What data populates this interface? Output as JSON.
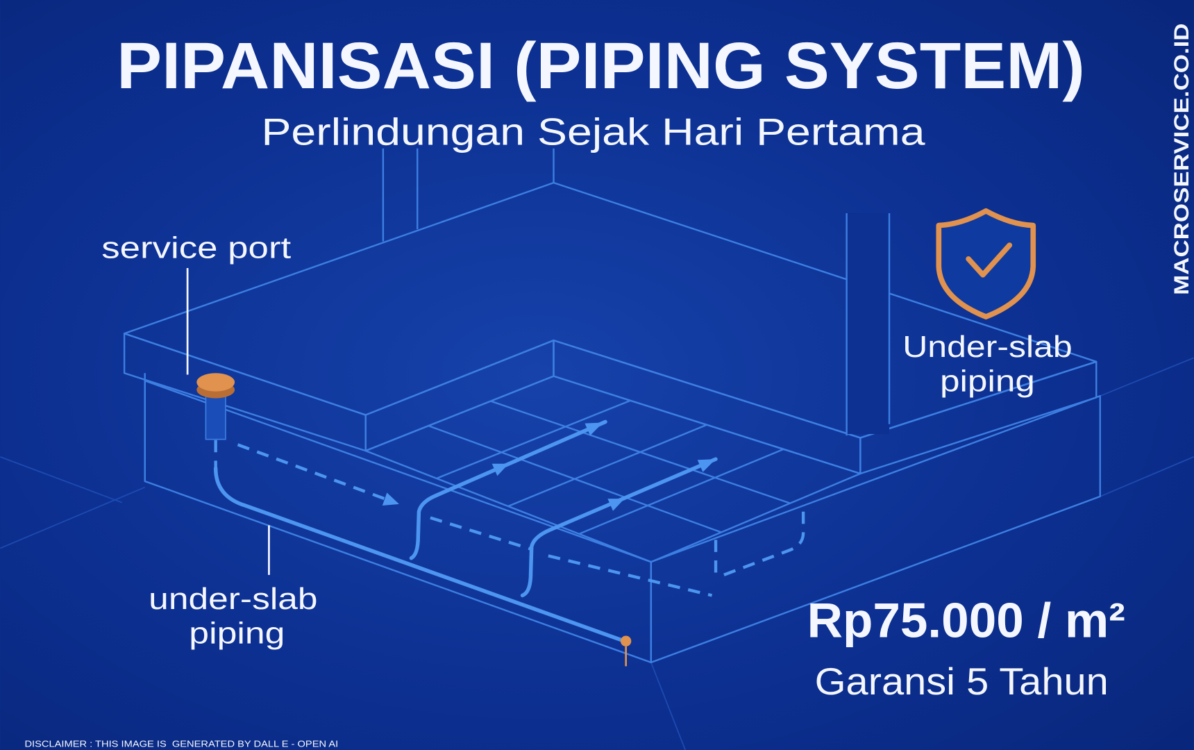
{
  "header": {
    "title": "PIPANISASI (PIPING SYSTEM)",
    "subtitle": "Perlindungan Sejak Hari Pertama"
  },
  "diagram": {
    "service_port_label": "service port",
    "under_slab_label": [
      "under-slab",
      "piping"
    ]
  },
  "badge": {
    "icon": "shield-check-icon",
    "label": [
      "Under-slab",
      "piping"
    ]
  },
  "pricing": {
    "price": "Rp75.000 / m²",
    "warranty": "Garansi 5 Tahun"
  },
  "watermark": "MACROSERVICE.CO.ID",
  "disclaimer": "DISCLAIMER : THIS IMAGE IS  GENERATED BY DALL E - OPEN AI",
  "colors": {
    "background": "#0B2D8E",
    "line": "#3D7FE2",
    "pipe": "#4C95F0",
    "accent": "#E0924E",
    "text": "#F4F7FF"
  }
}
